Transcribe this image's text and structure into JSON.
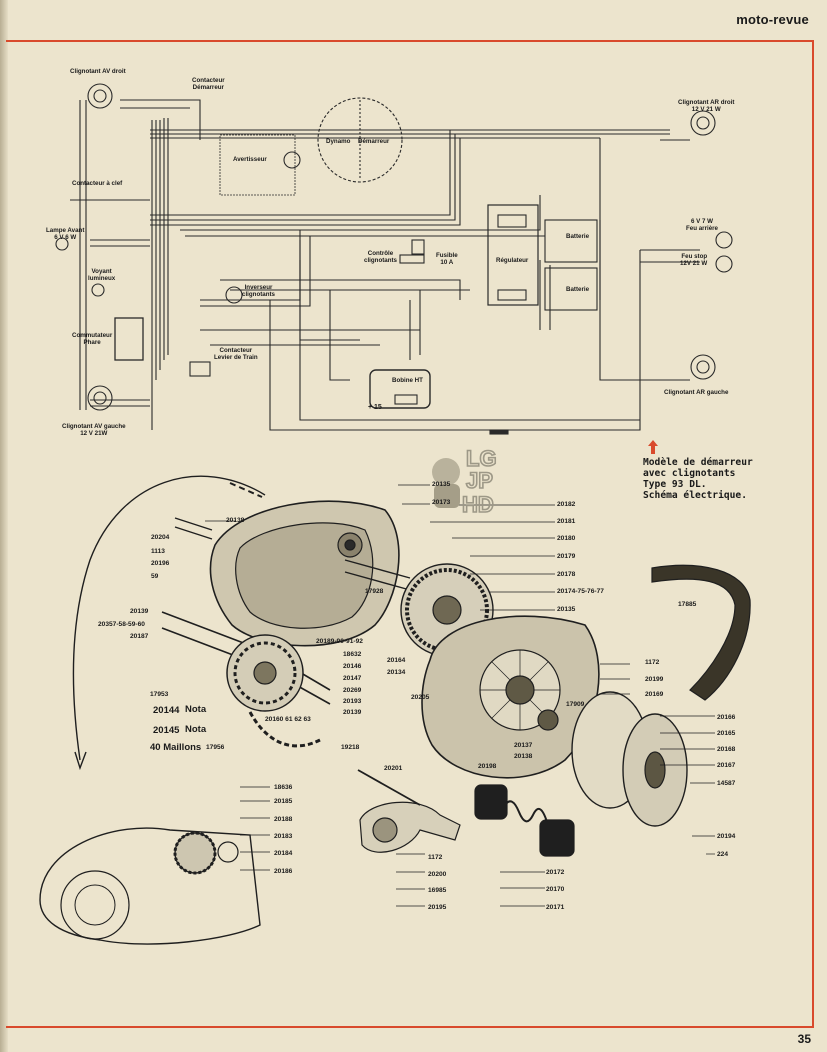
{
  "header": {
    "brand": "moto-revue"
  },
  "footer": {
    "page_number": "35"
  },
  "colors": {
    "frame": "#d94a2c",
    "paper": "#ece4cd",
    "ink": "#1a1a1a",
    "marker": "#d94a2c"
  },
  "caption": {
    "line1": "Modèle de démarreur",
    "line2": "avec clignotants",
    "line3": "Type 93 DL.",
    "line4": "Schéma électrique."
  },
  "watermark": {
    "text": "LG JP HD"
  },
  "wiring": {
    "clignotant_av_droit": "Clignotant AV droit",
    "contacteur_demarreur_1": "Contacteur",
    "contacteur_demarreur_2": "Démarreur",
    "avertisseur": "Avertisseur",
    "dynamo": "Dynamo",
    "demarreur": "Démarreur",
    "clignotant_ar_droit_1": "Clignotant AR droit",
    "clignotant_ar_droit_2": "12 V 21 W",
    "contacteur_a_clef": "Contacteur à clef",
    "lampe_avant_1": "Lampe Avant",
    "lampe_avant_2": "6 V 6 W",
    "voyant_1": "Voyant",
    "voyant_2": "lumineux",
    "controle_1": "Contrôle",
    "controle_2": "clignotants",
    "fusible_1": "Fusible",
    "fusible_2": "10 A",
    "regulateur": "Régulateur",
    "batterie_1": "Batterie",
    "batterie_2": "Batterie",
    "feu_arriere_1": "6 V 7 W",
    "feu_arriere_2": "Feu arrière",
    "feu_stop_1": "Feu stop",
    "feu_stop_2": "12V 21 W",
    "inverseur_1": "Inverseur",
    "inverseur_2": "clignotants",
    "commutateur_1": "Commutateur",
    "commutateur_2": "Phare",
    "contacteur_levier_1": "Contacteur",
    "contacteur_levier_2": "Levier de Train",
    "bobine": "Bobine HT",
    "plus15": "+ 15",
    "clignotant_ar_gauche": "Clignotant AR gauche",
    "clignotant_av_gauche_1": "Clignotant AV gauche",
    "clignotant_av_gauche_2": "12 V 21W"
  },
  "parts": [
    "20138",
    "20204",
    "1113",
    "20196",
    "59",
    "20139",
    "20357-58-59-60",
    "20187",
    "17953",
    "20144",
    "Nota",
    "20145",
    "Nota",
    "40 Maillons",
    "17956",
    "20135",
    "20173",
    "20182",
    "20181",
    "20180",
    "20179",
    "20178",
    "17928",
    "20174-75-76-77",
    "20135",
    "20189-90-91-92",
    "18632",
    "20146",
    "20147",
    "20269",
    "20193",
    "20139",
    "20164",
    "20134",
    "20160 61 62 63",
    "19218",
    "17885",
    "1172",
    "20199",
    "20169",
    "20205",
    "17909",
    "20166",
    "20165",
    "20168",
    "20167",
    "14587",
    "20194",
    "224",
    "20137",
    "20138",
    "20198",
    "20201",
    "18636",
    "20185",
    "20188",
    "20183",
    "20184",
    "20186",
    "1172",
    "20200",
    "16985",
    "20195",
    "20172",
    "20170",
    "20171"
  ]
}
